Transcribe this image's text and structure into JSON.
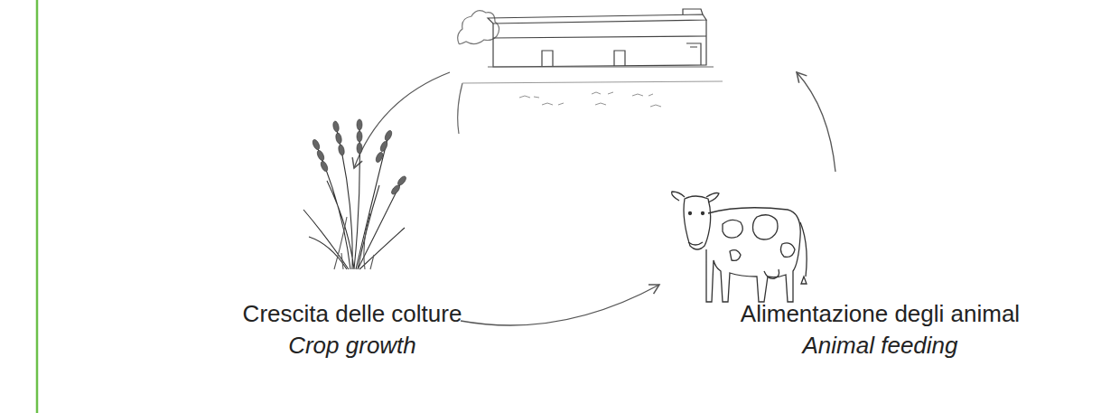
{
  "diagram": {
    "nodes": [
      {
        "text": [
          "Crescita delle colture",
          "Crop growth"
        ]
      },
      {
        "text": [
          "Alimentazione degli animal",
          "Animal feeding"
        ]
      }
    ],
    "edges": [
      {
        "from": 0,
        "to": 1,
        "arrow": "to"
      }
    ]
  }
}
